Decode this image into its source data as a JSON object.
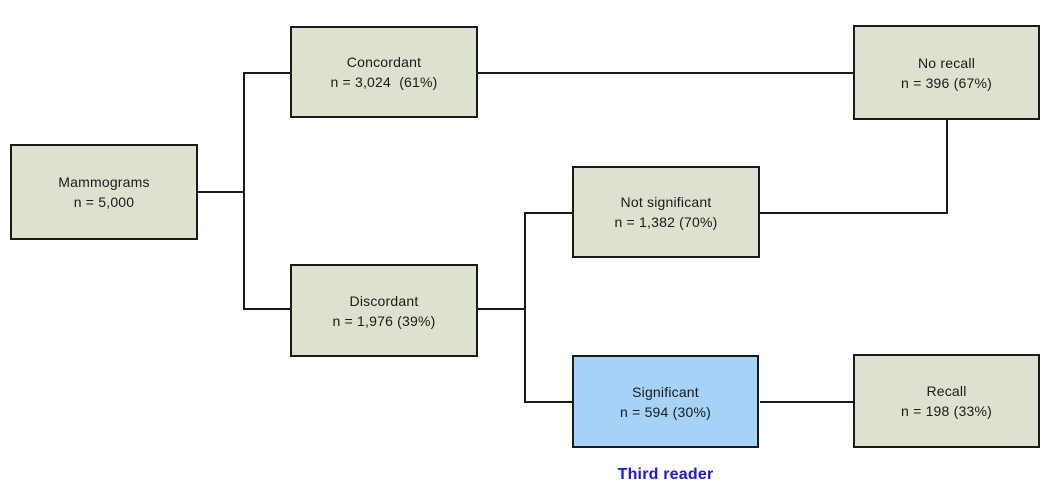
{
  "diagram": {
    "type": "flowchart",
    "nodes": {
      "mammograms": {
        "title": "Mammograms",
        "subtitle": "n = 5,000"
      },
      "concordant": {
        "title": "Concordant",
        "subtitle": "n = 3,024  (61%)"
      },
      "no_recall": {
        "title": "No recall",
        "subtitle": "n = 396 (67%)"
      },
      "not_significant": {
        "title": "Not significant",
        "subtitle": "n = 1,382 (70%)"
      },
      "discordant": {
        "title": "Discordant",
        "subtitle": "n = 1,976 (39%)"
      },
      "significant": {
        "title": "Significant",
        "subtitle": "n = 594 (30%)"
      },
      "recall": {
        "title": "Recall",
        "subtitle": "n = 198 (33%)"
      }
    },
    "edges": [
      [
        "mammograms",
        "concordant"
      ],
      [
        "mammograms",
        "discordant"
      ],
      [
        "concordant",
        "no_recall"
      ],
      [
        "not_significant",
        "no_recall"
      ],
      [
        "discordant",
        "not_significant"
      ],
      [
        "discordant",
        "significant"
      ],
      [
        "significant",
        "recall"
      ]
    ],
    "annotation": {
      "text": "Third reader",
      "color": "#1c14f0"
    },
    "colors": {
      "node_fill": "#dde1d0",
      "highlight_fill": "#a6d2f7",
      "border": "#1a1a1a",
      "line": "#1a1a1a",
      "text": "#1a1a1a"
    }
  }
}
